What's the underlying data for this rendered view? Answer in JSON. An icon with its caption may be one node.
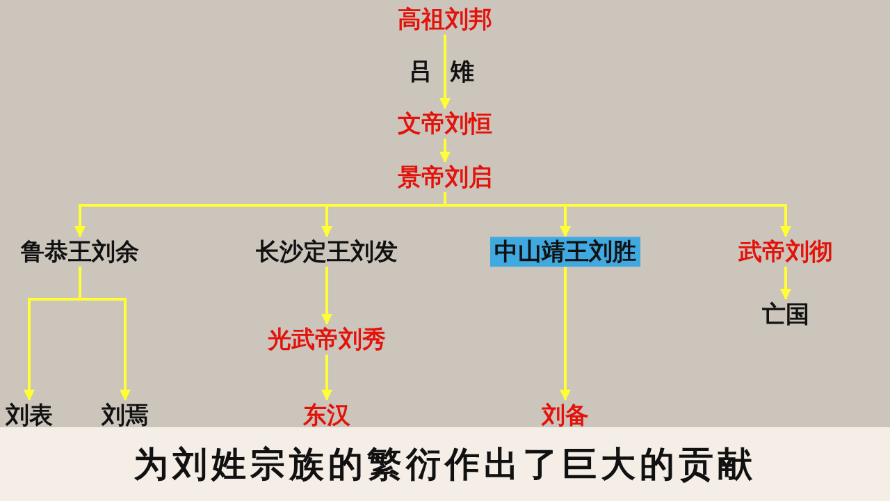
{
  "diagram": {
    "caption": "为刘姓宗族的繁衍作出了巨大的贡献",
    "nodes": [
      {
        "text": [
          "高祖刘邦"
        ]
      },
      {
        "text": [
          "文帝刘恒"
        ]
      },
      {
        "text": [
          "景帝刘启"
        ]
      },
      {
        "text": [
          "鲁恭王刘余"
        ]
      },
      {
        "text": [
          "长沙定王刘发"
        ]
      },
      {
        "text": [
          "中山靖王刘胜"
        ]
      },
      {
        "text": [
          "武帝刘彻"
        ]
      },
      {
        "text": [
          "亡国"
        ]
      },
      {
        "text": [
          "光武帝刘秀"
        ]
      },
      {
        "text": [
          "刘表"
        ]
      },
      {
        "text": [
          "刘焉"
        ]
      },
      {
        "text": [
          "东汉"
        ]
      },
      {
        "text": [
          "刘备"
        ]
      }
    ],
    "edges": [
      {
        "from": 0,
        "to": 1,
        "arrow": "to"
      },
      {
        "from": 1,
        "to": 2,
        "arrow": "to"
      },
      {
        "from": 2,
        "to": 3,
        "arrow": "to"
      },
      {
        "from": 2,
        "to": 4,
        "arrow": "to"
      },
      {
        "from": 2,
        "to": 5,
        "arrow": "to"
      },
      {
        "from": 2,
        "to": 6,
        "arrow": "to"
      },
      {
        "from": 6,
        "to": 7,
        "arrow": "to"
      },
      {
        "from": 3,
        "to": 9,
        "arrow": "to"
      },
      {
        "from": 3,
        "to": 10,
        "arrow": "to"
      },
      {
        "from": 4,
        "to": 8,
        "arrow": "to"
      },
      {
        "from": 8,
        "to": 11,
        "arrow": "to"
      },
      {
        "from": 5,
        "to": 12,
        "arrow": "to"
      }
    ],
    "labels": [
      "吕雉"
    ]
  }
}
